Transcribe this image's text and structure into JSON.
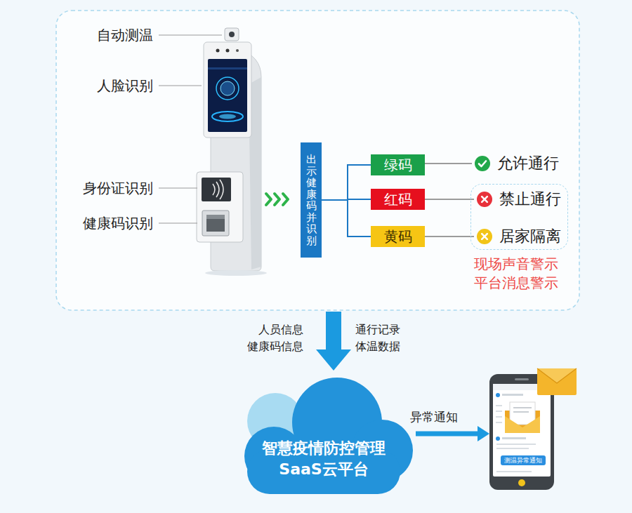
{
  "diagram": {
    "nodes": [
      {
        "text": [
          "出示健康码并识别"
        ]
      },
      {
        "text": [
          "绿码"
        ]
      },
      {
        "text": [
          "红码"
        ]
      },
      {
        "text": [
          "黄码"
        ]
      },
      {
        "text": [
          "允许通行"
        ]
      },
      {
        "text": [
          "现场声音警示",
          "平台消息警示"
        ]
      },
      {
        "text": [
          "禁止通行"
        ],
        "in": 5
      },
      {
        "text": [
          "居家隔离"
        ],
        "in": 5
      },
      {
        "text": [
          "智慧疫情防控管理 SaaS云平台"
        ]
      },
      {
        "text": [
          "测温异常通知"
        ]
      }
    ],
    "edges": [
      {
        "from": 0,
        "to": 1,
        "arrow": "none"
      },
      {
        "from": 0,
        "to": 2,
        "arrow": "none"
      },
      {
        "from": 0,
        "to": 3,
        "arrow": "none"
      },
      {
        "from": 1,
        "to": 4,
        "arrow": "none"
      },
      {
        "from": 2,
        "to": 6,
        "arrow": "none"
      },
      {
        "from": 3,
        "to": 7,
        "arrow": "none"
      },
      {
        "from": 8,
        "to": 9,
        "label": "异常通知",
        "arrow": "to"
      }
    ],
    "labels": [
      "自动测温",
      "人脸识别",
      "身份证识别",
      "健康码识别",
      "人员信息",
      "健康码信息",
      "通行记录",
      "体温数据"
    ]
  }
}
